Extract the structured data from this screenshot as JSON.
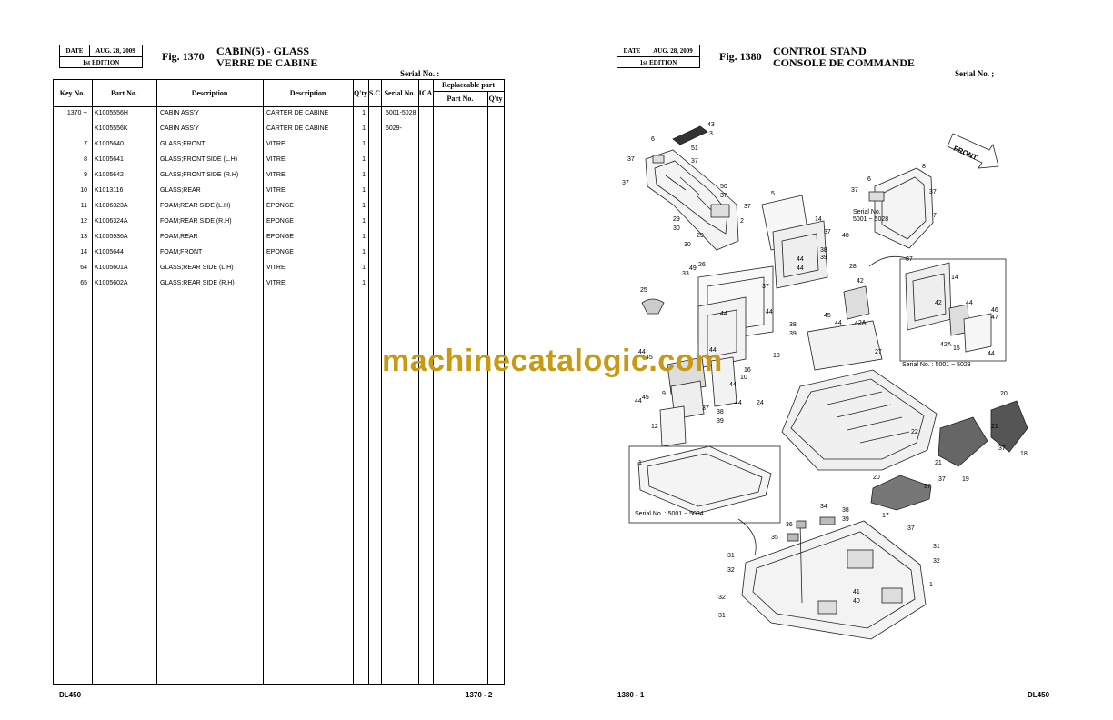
{
  "left_page": {
    "date_label": "DATE",
    "date_value": "AUG. 28, 2009",
    "edition": "1st EDITION",
    "fig_label": "Fig. 1370",
    "title_en": "CABIN(5) - GLASS",
    "title_fr": "VERRE DE CABINE",
    "serial_label": "Serial No. :",
    "headers": {
      "key_no": "Key No.",
      "part_no": "Part No.",
      "desc_en": "Description",
      "desc_fr": "Description",
      "qty": "Q'ty",
      "sc": "S.C",
      "serial": "Serial No.",
      "ica": "ICA",
      "replaceable": "Replaceable part",
      "repl_part_no": "Part No.",
      "repl_qty": "Q'ty"
    },
    "rows": [
      {
        "key": "1370 --",
        "part": "K1005556H",
        "desc_en": "CABIN ASS'Y",
        "desc_fr": "CARTER DE CABINE",
        "qty": "1",
        "serial": "5001-5028"
      },
      {
        "key": "",
        "part": "K1005556K",
        "desc_en": "CABIN ASS'Y",
        "desc_fr": "CARTER DE CABINE",
        "qty": "1",
        "serial": "5029-"
      },
      {
        "key": "7",
        "part": "K1005640",
        "desc_en": "GLASS;FRONT",
        "desc_fr": "VITRE",
        "qty": "1",
        "serial": ""
      },
      {
        "key": "8",
        "part": "K1005641",
        "desc_en": "GLASS;FRONT SIDE (L.H)",
        "desc_fr": "VITRE",
        "qty": "1",
        "serial": ""
      },
      {
        "key": "9",
        "part": "K1005642",
        "desc_en": "GLASS;FRONT SIDE (R.H)",
        "desc_fr": "VITRE",
        "qty": "1",
        "serial": ""
      },
      {
        "key": "10",
        "part": "K1013116",
        "desc_en": "GLASS;REAR",
        "desc_fr": "VITRE",
        "qty": "1",
        "serial": ""
      },
      {
        "key": "11",
        "part": "K1006323A",
        "desc_en": "FOAM;REAR SIDE (L.H)",
        "desc_fr": "EPONGE",
        "qty": "1",
        "serial": ""
      },
      {
        "key": "12",
        "part": "K1006324A",
        "desc_en": "FOAM;REAR SIDE (R.H)",
        "desc_fr": "EPONGE",
        "qty": "1",
        "serial": ""
      },
      {
        "key": "13",
        "part": "K1005936A",
        "desc_en": "FOAM;REAR",
        "desc_fr": "EPONGE",
        "qty": "1",
        "serial": ""
      },
      {
        "key": "14",
        "part": "K1005644",
        "desc_en": "FOAM;FRONT",
        "desc_fr": "EPONGE",
        "qty": "1",
        "serial": ""
      },
      {
        "key": "64",
        "part": "K1005601A",
        "desc_en": "GLASS;REAR SIDE (L.H)",
        "desc_fr": "VITRE",
        "qty": "1",
        "serial": ""
      },
      {
        "key": "65",
        "part": "K1005602A",
        "desc_en": "GLASS;REAR SIDE (R.H)",
        "desc_fr": "VITRE",
        "qty": "1",
        "serial": ""
      }
    ],
    "footer_model": "DL450",
    "footer_page": "1370 - 2"
  },
  "right_page": {
    "date_label": "DATE",
    "date_value": "AUG. 28, 2009",
    "edition": "1st EDITION",
    "fig_label": "Fig. 1380",
    "title_en": "CONTROL STAND",
    "title_fr": "CONSOLE DE COMMANDE",
    "serial_label": "Serial No. ;",
    "footer_page": "1380 - 1",
    "footer_model": "DL450",
    "diagram": {
      "front_arrow": "FRONT",
      "inset1_serial": "Serial No.\n5001 ~ 5028",
      "inset2_serial": "Serial No. : 5001 ~ 5028",
      "inset3_serial": "Serial No. : 5001 ~ 5034"
    }
  },
  "watermark": "machinecatalogic.com"
}
